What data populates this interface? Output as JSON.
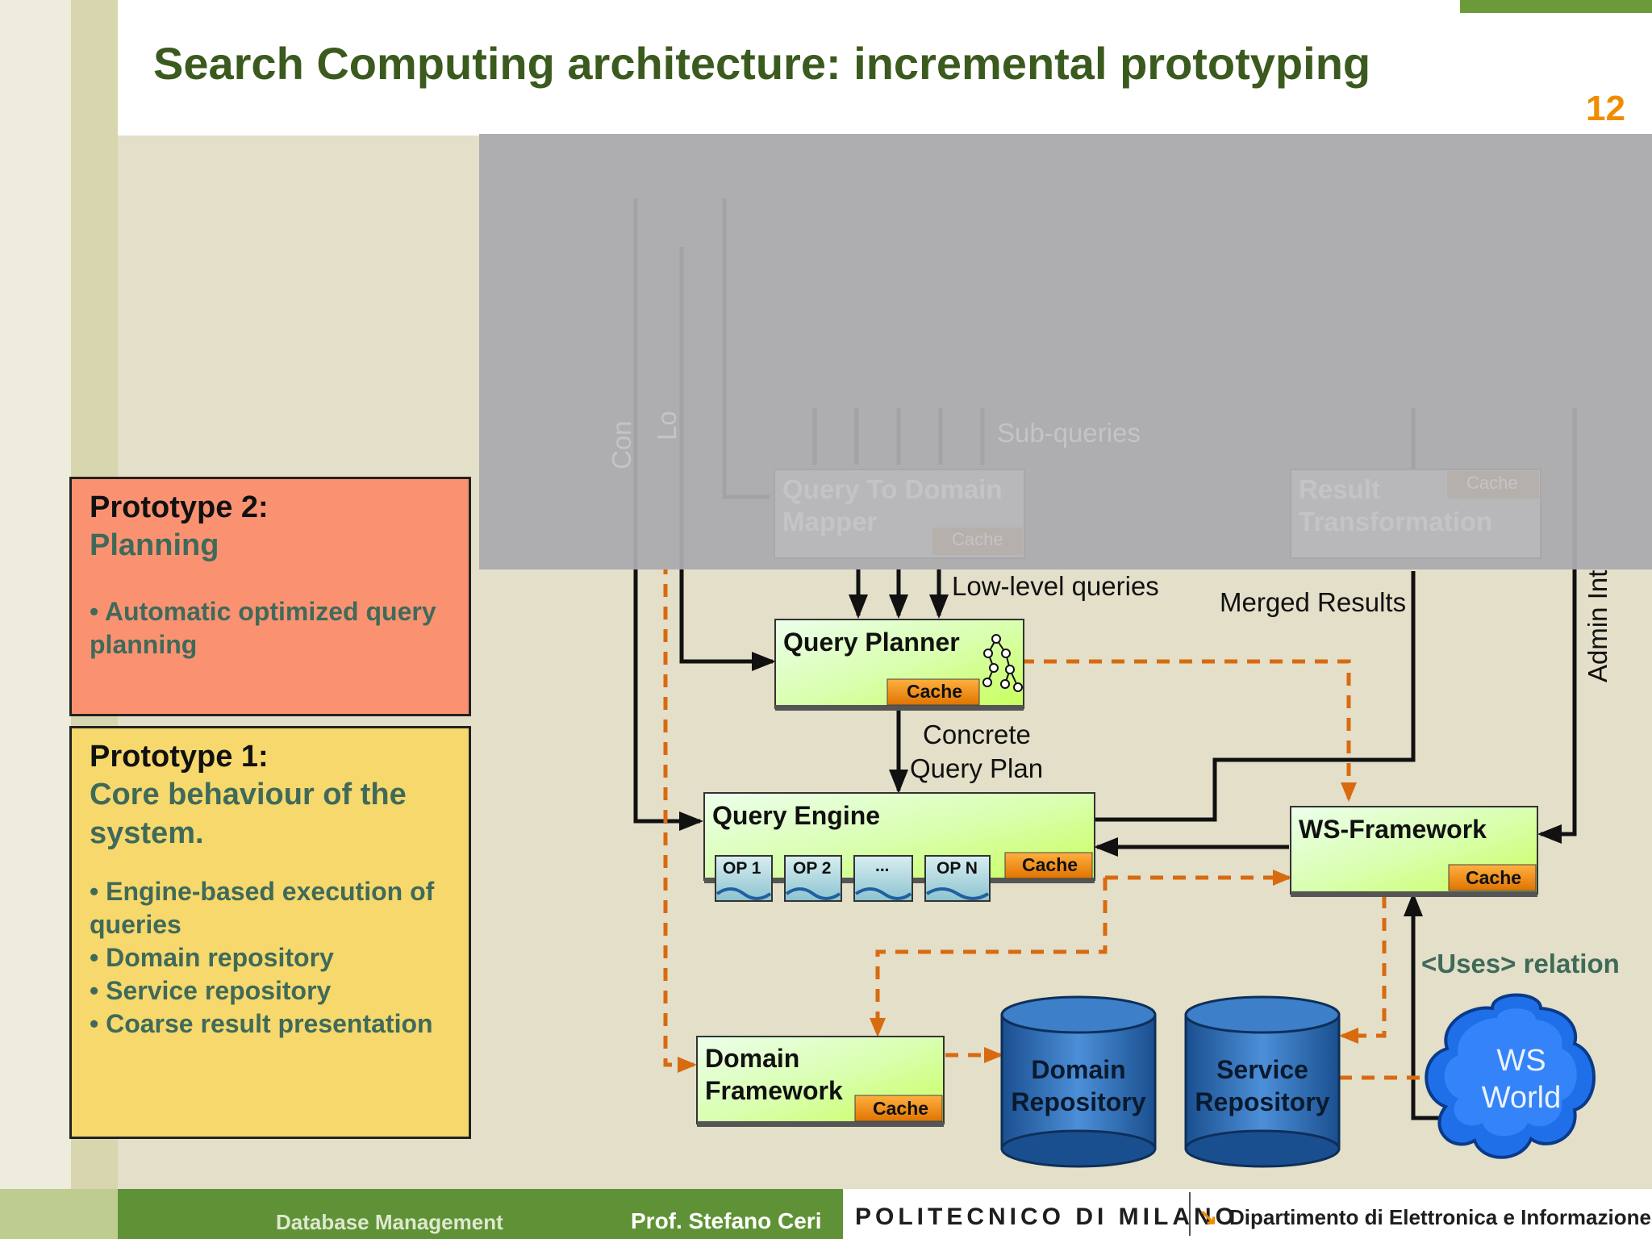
{
  "slide": {
    "title": "Search Computing architecture: incremental prototyping",
    "page_number": "12"
  },
  "prototypes": [
    {
      "heading": "Prototype 2:",
      "subtitle": "Planning",
      "bullets": [
        "• Automatic optimized query planning"
      ]
    },
    {
      "heading": "Prototype 1:",
      "subtitle": "Core behaviour of the system.",
      "bullets": [
        "• Engine-based execution of queries",
        "• Domain repository",
        "• Service repository",
        "• Coarse result presentation"
      ]
    }
  ],
  "diagram": {
    "faded": {
      "sub_queries": "Sub-queries",
      "qtdm_line1": "Query To Domain",
      "qtdm_line2": "Mapper",
      "qtdm_cache": "Cache",
      "rt_line1": "Result",
      "rt_line2": "Transformation",
      "rt_cache": "Cache",
      "con": "Con",
      "lo": "Lo"
    },
    "low_level_queries": "Low-level queries",
    "merged_results": "Merged Results",
    "admin_interface": "Admin Interface",
    "concrete_plan_1": "Concrete",
    "concrete_plan_2": "Query Plan",
    "uses_relation": "<Uses> relation",
    "query_planner": {
      "title": "Query Planner",
      "cache": "Cache"
    },
    "query_engine": {
      "title": "Query Engine",
      "cache": "Cache",
      "ops": [
        "OP 1",
        "OP 2",
        "...",
        "OP N"
      ]
    },
    "ws_framework": {
      "title": "WS-Framework",
      "cache": "Cache"
    },
    "domain_framework": {
      "title_1": "Domain",
      "title_2": "Framework",
      "cache": "Cache"
    },
    "domain_repository": {
      "line1": "Domain",
      "line2": "Repository"
    },
    "service_repository": {
      "line1": "Service",
      "line2": "Repository"
    },
    "ws_world": {
      "line1": "WS",
      "line2": "World"
    }
  },
  "footer": {
    "course": "Database Management",
    "professor": "Prof. Stefano Ceri",
    "university": "POLITECNICO DI MILANO",
    "department": "Dipartimento di Elettronica e Informazione"
  },
  "colors": {
    "title": "#3b5a1e",
    "accent_orange": "#f08c00",
    "footer_green": "#5f9236",
    "prototype2_bg": "#fa9272",
    "prototype1_bg": "#f6d86c",
    "module_green": "#ccff66",
    "cache_orange": "#f28c1a",
    "repository_blue": "#1c5fa6",
    "dashed_orange": "#d86a10"
  }
}
